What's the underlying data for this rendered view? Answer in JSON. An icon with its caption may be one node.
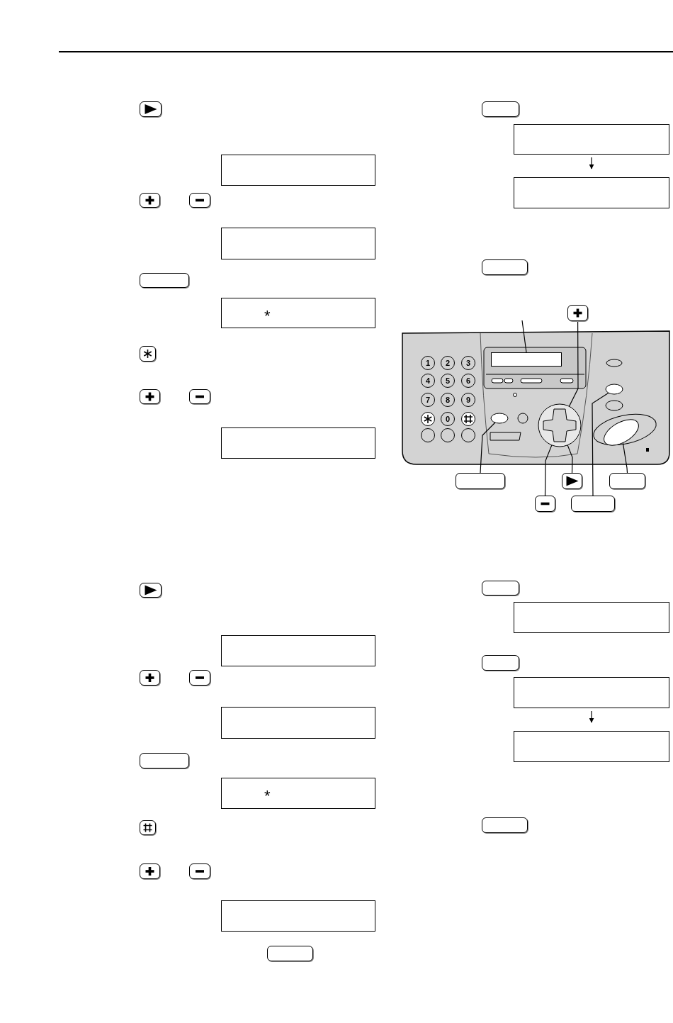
{
  "diagram": {
    "nodes": [
      {
        "text": [],
        "shape": "box"
      },
      {
        "text": [],
        "shape": "box"
      },
      {
        "text": [
          "*"
        ]
      },
      {
        "text": [],
        "shape": "box"
      },
      {
        "text": [],
        "shape": "box"
      },
      {
        "text": [],
        "shape": "box"
      },
      {
        "text": [],
        "shape": "box"
      },
      {
        "text": [],
        "shape": "box"
      },
      {
        "text": [],
        "shape": "box"
      },
      {
        "text": [],
        "shape": "box"
      },
      {
        "text": [],
        "shape": "box"
      },
      {
        "text": [],
        "shape": "box"
      },
      {
        "text": [],
        "shape": "box"
      },
      {
        "text": [],
        "shape": "box"
      },
      {
        "text": [],
        "shape": "box"
      },
      {
        "text": [
          "*"
        ]
      },
      {
        "text": [],
        "shape": "box"
      },
      {
        "text": [],
        "shape": "box"
      },
      {
        "text": [],
        "shape": "box"
      },
      {
        "text": [],
        "shape": "box"
      },
      {
        "text": [],
        "shape": "circle"
      },
      {
        "text": [],
        "shape": "oval"
      },
      {
        "text": [],
        "shape": "oval"
      },
      {
        "text": [],
        "shape": "oval"
      }
    ],
    "edges": [
      {
        "from": 4,
        "to": 5,
        "arrow": "to"
      },
      {
        "from": null,
        "to": 6,
        "arrow": "none"
      },
      {
        "from": 7,
        "to": 20,
        "arrow": "none"
      },
      {
        "from": 8,
        "to": 21,
        "arrow": "none"
      },
      {
        "from": 9,
        "to": 20,
        "arrow": "none"
      },
      {
        "from": 10,
        "to": 22,
        "arrow": "none"
      },
      {
        "from": 11,
        "to": 20,
        "arrow": "none"
      },
      {
        "from": 12,
        "to": 23,
        "arrow": "none"
      },
      {
        "from": 18,
        "to": 19,
        "arrow": "to"
      }
    ],
    "labels": [
      "1",
      "2",
      "3",
      "4",
      "5",
      "6",
      "7",
      "8",
      "9",
      "0"
    ]
  }
}
